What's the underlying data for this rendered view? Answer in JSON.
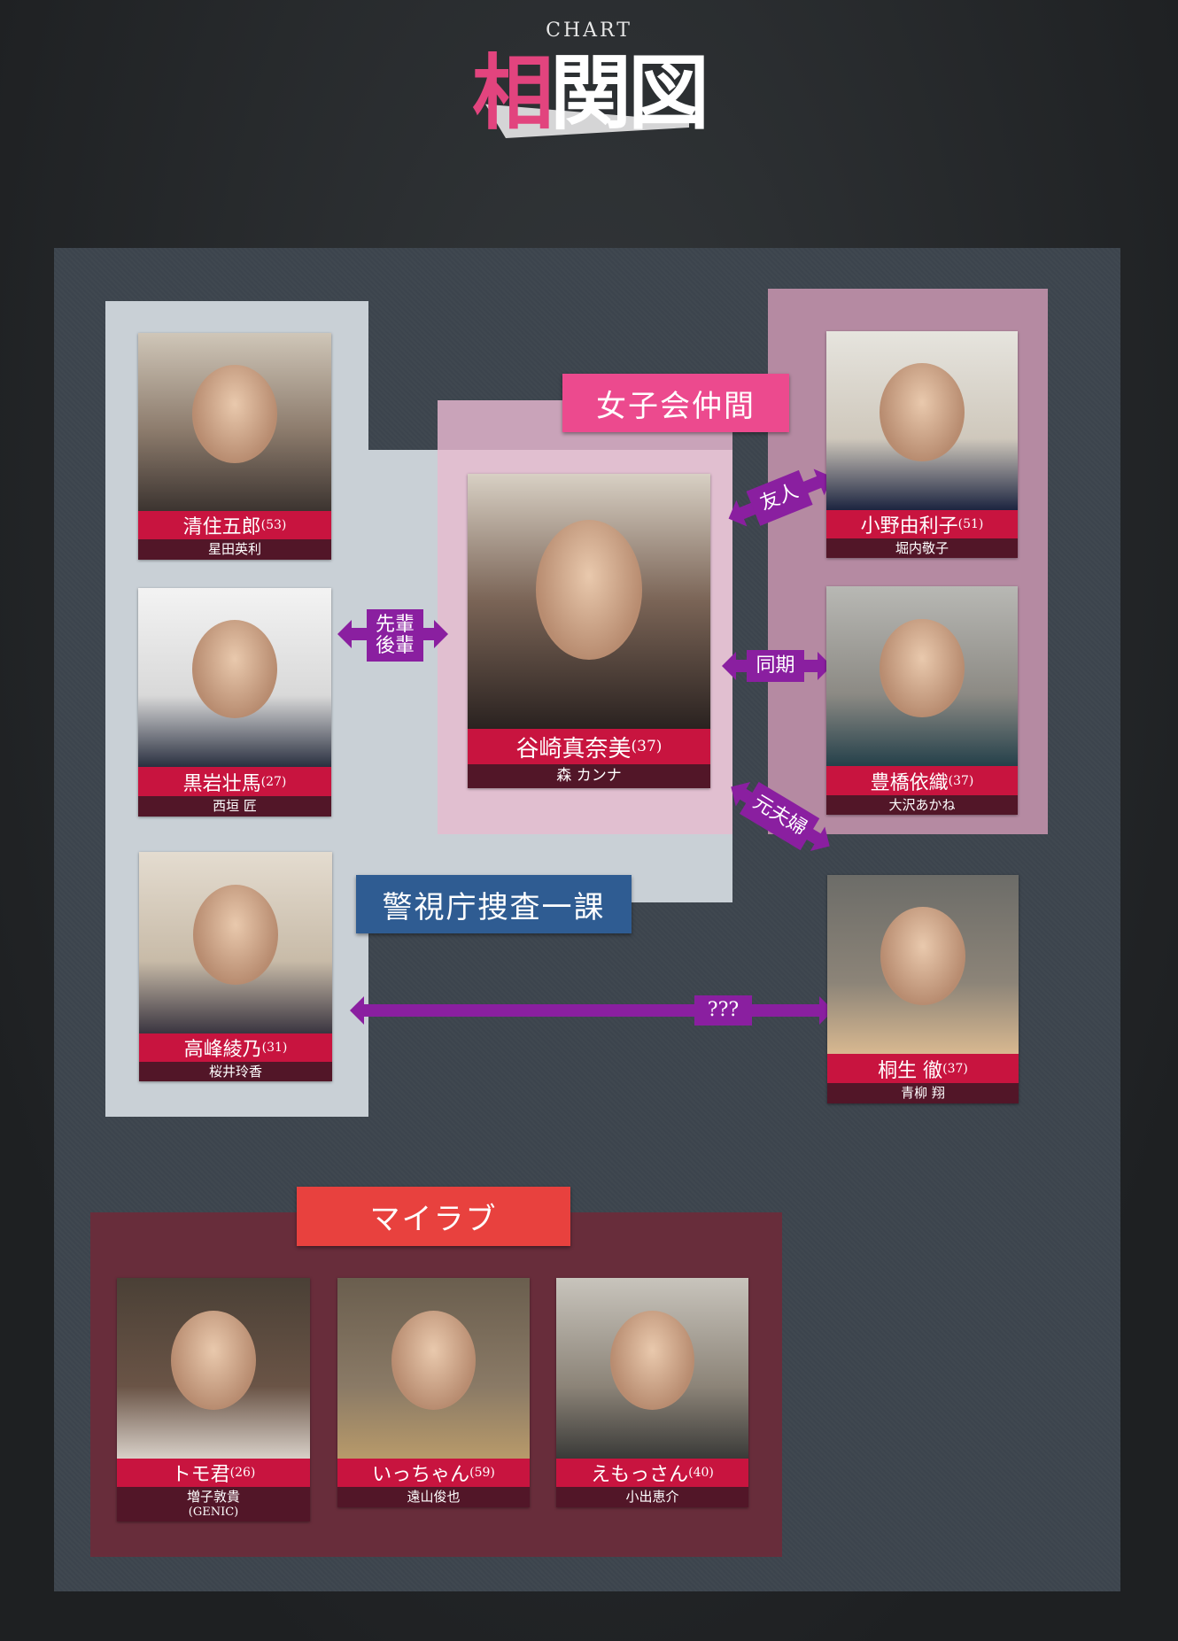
{
  "title": {
    "en": "CHART",
    "jp_first": "相",
    "jp_rest": "関図"
  },
  "groups": {
    "joshi": "女子会仲間",
    "police": "警視庁捜査一課",
    "love": "マイラブ"
  },
  "relations": {
    "senpai": "先輩\n後輩",
    "douki": "同期",
    "yuujin": "友人",
    "motofuufu": "元夫婦",
    "unknown": "???"
  },
  "colors": {
    "name_band": "#c8143f",
    "actor_band": "#521628",
    "arrow": "#8a1fa0",
    "joshi": "#ec4a8e",
    "police": "#2f5c92",
    "love": "#e8413e"
  },
  "characters": [
    {
      "name": "清住五郎",
      "age": "(53)",
      "actor": "星田英利"
    },
    {
      "name": "黒岩壮馬",
      "age": "(27)",
      "actor": "西垣 匠"
    },
    {
      "name": "高峰綾乃",
      "age": "(31)",
      "actor": "桜井玲香"
    },
    {
      "name": "谷崎真奈美",
      "age": "(37)",
      "actor": "森 カンナ"
    },
    {
      "name": "小野由利子",
      "age": "(51)",
      "actor": "堀内敬子"
    },
    {
      "name": "豊橋依織",
      "age": "(37)",
      "actor": "大沢あかね"
    },
    {
      "name": "桐生 徹",
      "age": "(37)",
      "actor": "青柳 翔"
    },
    {
      "name": "トモ君",
      "age": "(26)",
      "actor": "増子敦貴",
      "actor_note": "(GENIC)"
    },
    {
      "name": "いっちゃん",
      "age": "(59)",
      "actor": "遠山俊也"
    },
    {
      "name": "えもっさん",
      "age": "(40)",
      "actor": "小出恵介"
    }
  ]
}
